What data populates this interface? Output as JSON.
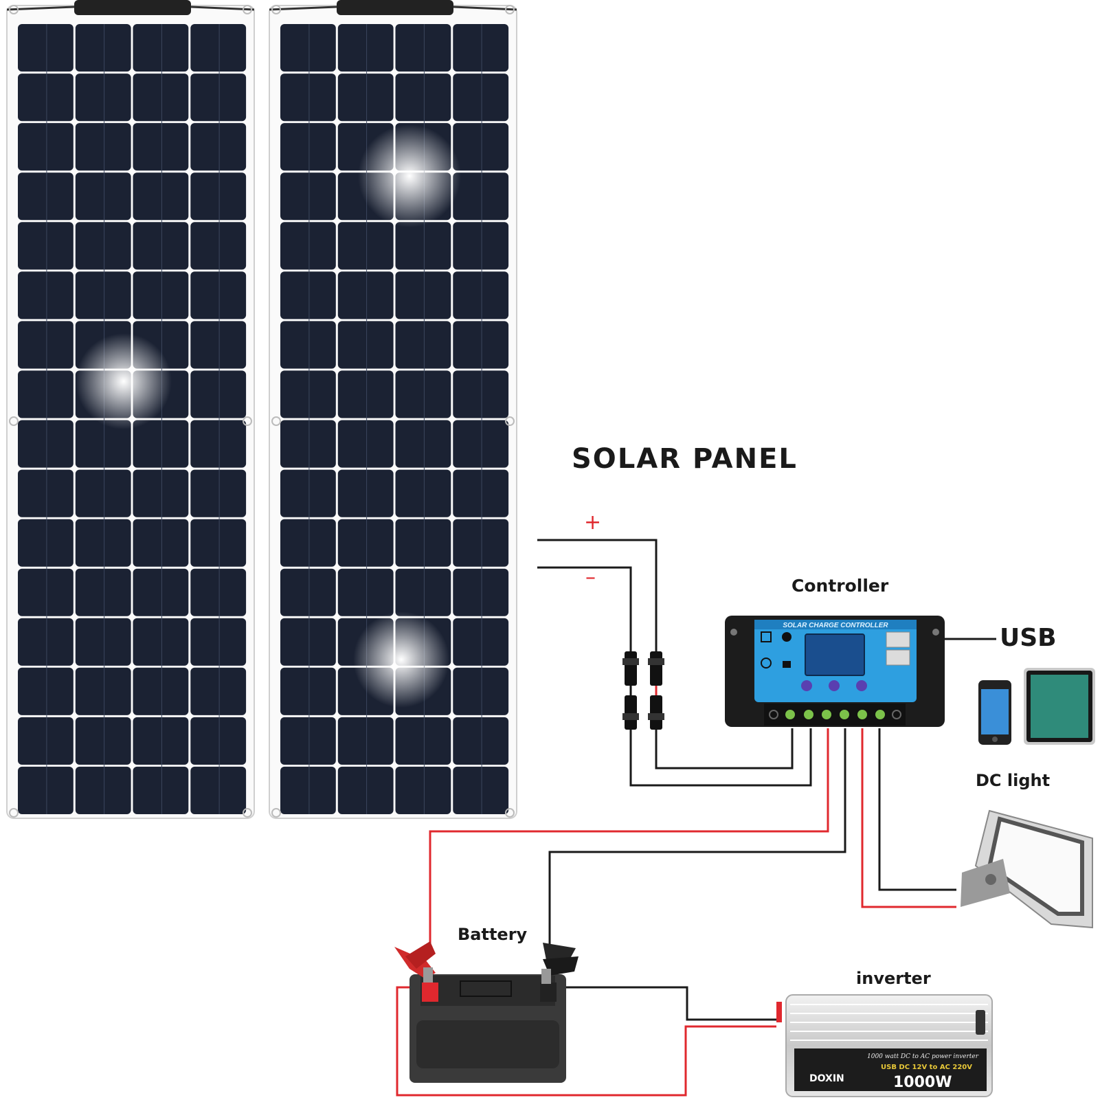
{
  "title": "SOLAR  PANEL",
  "labels": {
    "controller": "Controller",
    "usb": "USB",
    "dc_light": "DC light",
    "battery": "Battery",
    "inverter": "inverter"
  },
  "polarity": {
    "positive": "+",
    "negative": "–"
  },
  "device_text": {
    "controller_header": "SOLAR CHARGE CONTROLLER",
    "inverter_brand": "DOXIN",
    "inverter_desc": "1000 watt DC to AC power inverter",
    "inverter_spec": "USB DC 12V to AC 220V",
    "inverter_power": "1000W"
  },
  "colors": {
    "wire_positive": "#e0282e",
    "wire_negative": "#1a1a1a",
    "panel_cell": "#1b2233",
    "controller_face": "#2e9fe0"
  },
  "icons": [
    "solar-panel-icon",
    "mc4-connector-icon",
    "charge-controller-icon",
    "smartphone-icon",
    "tablet-icon",
    "dc-floodlight-icon",
    "battery-icon",
    "alligator-clip-icon",
    "power-inverter-icon"
  ]
}
